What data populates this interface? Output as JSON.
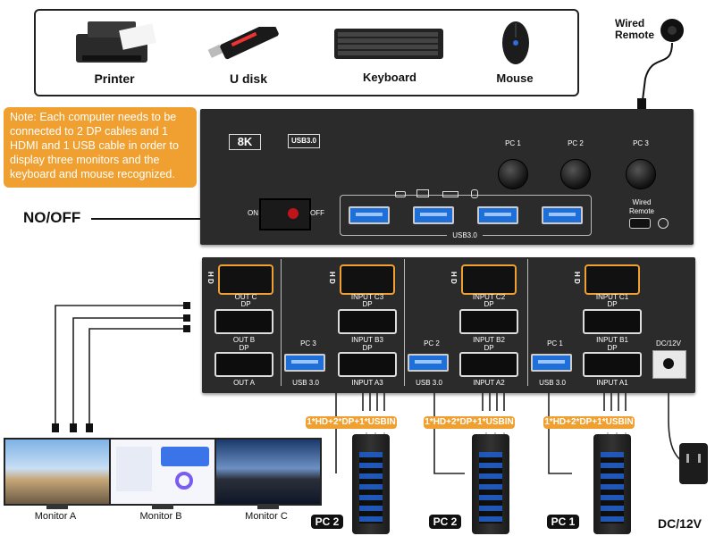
{
  "peripherals": {
    "printer": "Printer",
    "udisk": "U disk",
    "keyboard": "Keyboard",
    "mouse": "Mouse",
    "wired_remote": "Wired\nRemote"
  },
  "note": "Note: Each computer needs to be connected to 2 DP cables and 1 HDMI and 1 USB cable in order to display three monitors and the keyboard and mouse recognized.",
  "power_label": "NO/OFF",
  "top_panel": {
    "badge_8k": "8K",
    "badge_usb": "USB3.0",
    "pc_buttons": [
      "PC 1",
      "PC 2",
      "PC 3"
    ],
    "on": "ON",
    "off": "OFF",
    "usb30": "USB3.0",
    "wired_remote": "Wired\nRemote"
  },
  "back_panel": {
    "hd": "H D",
    "outputs": [
      "OUT C",
      "OUT B",
      "OUT A"
    ],
    "dp": "DP",
    "pc3": "PC 3",
    "pc2": "PC 2",
    "pc1": "PC 1",
    "usb30": "USB 3.0",
    "input3": [
      "INPUT C3",
      "INPUT B3",
      "INPUT A3"
    ],
    "input2": [
      "INPUT C2",
      "INPUT B2",
      "INPUT A2"
    ],
    "input1": [
      "INPUT C1",
      "INPUT B1",
      "INPUT A1"
    ],
    "dc": "DC/12V"
  },
  "cable_label": "1*HD+2*DP+1*USBIN",
  "monitors": [
    "Monitor A",
    "Monitor B",
    "Monitor C"
  ],
  "pcs": [
    "PC 2",
    "PC 2",
    "PC 1"
  ],
  "dc_label": "DC/12V",
  "colors": {
    "accent": "#f0a030",
    "usb_blue": "#1e6fd8",
    "device": "#2b2b2b"
  }
}
